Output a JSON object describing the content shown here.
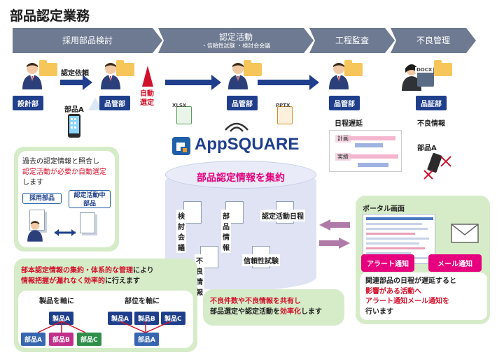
{
  "page_title": "部品認定業務",
  "steps": [
    {
      "label": "採用部品検討",
      "sub": ""
    },
    {
      "label": "認定活動",
      "sub": "・信頼性試験 ・検討会会議"
    },
    {
      "label": "工程監査",
      "sub": ""
    },
    {
      "label": "不良管理",
      "sub": ""
    }
  ],
  "departments": {
    "design": "設計部",
    "parts_mgmt_1": "品管部",
    "parts_mgmt_2": "品管部",
    "parts_mgmt_3": "品管部",
    "quality_cert": "品証部"
  },
  "flow": {
    "cert_request": "認定依頼",
    "part_a": "部品A",
    "auto_select_1": "自動",
    "auto_select_2": "選定",
    "schedule_delay": "日程遅延",
    "defect_info": "不良情報",
    "part_a_2": "部品A",
    "gantt_plan": "計画",
    "gantt_actual": "実績"
  },
  "file_badges": {
    "xlsx": "XLSX",
    "pptx": "PPTX",
    "docx": "DOCX"
  },
  "logo": "AppSQUARE",
  "center": {
    "heading": "部品認定情報を集約",
    "items": [
      "検討会議",
      "部品情報",
      "認定活動日程",
      "不良情報",
      "信頼性試験"
    ]
  },
  "left_panel": {
    "line1": "過去の認定情報と照合し",
    "line2": "認定活動が必要か自動選定",
    "line3": "します",
    "adopted": "採用部品",
    "in_cert_1": "認定活動中",
    "in_cert_2": "部品"
  },
  "bottom_left": {
    "line1_red": "部本認定情報の集約・体系的な管理",
    "line1_tail": "により",
    "line2_red": "情報把握が漏れなく効率的",
    "line2_tail": "に行えます",
    "by_product": "製品を軸に",
    "by_part": "部位を軸に",
    "prod_root": "製品A",
    "parts": [
      "部品A",
      "部品B",
      "部品C"
    ],
    "part_root": "部品A",
    "products": [
      "製品A",
      "製品B",
      "製品C"
    ]
  },
  "bottom_center": {
    "line1_red": "不良件数や不良情報を共有し",
    "line2_head": "部品選定や認定活動を",
    "line2_red": "効率化",
    "line2_tail": "します"
  },
  "right_panel": {
    "portal": "ポータル画面",
    "alert_btn": "アラート通知",
    "mail_btn": "メール通知",
    "line1": "関連部品の日程が遅延すると",
    "line2": "影響がある活動へ",
    "line3": "アラート通知メール通知を",
    "line4": "行います"
  },
  "colors": {
    "chevron": "#6d7a91",
    "dept": "#1f3f8c",
    "accent_red": "#d1112b",
    "panel_green": "#d6ecc8",
    "pink": "#e6007e",
    "db_lavender": "#dfe3f3"
  }
}
